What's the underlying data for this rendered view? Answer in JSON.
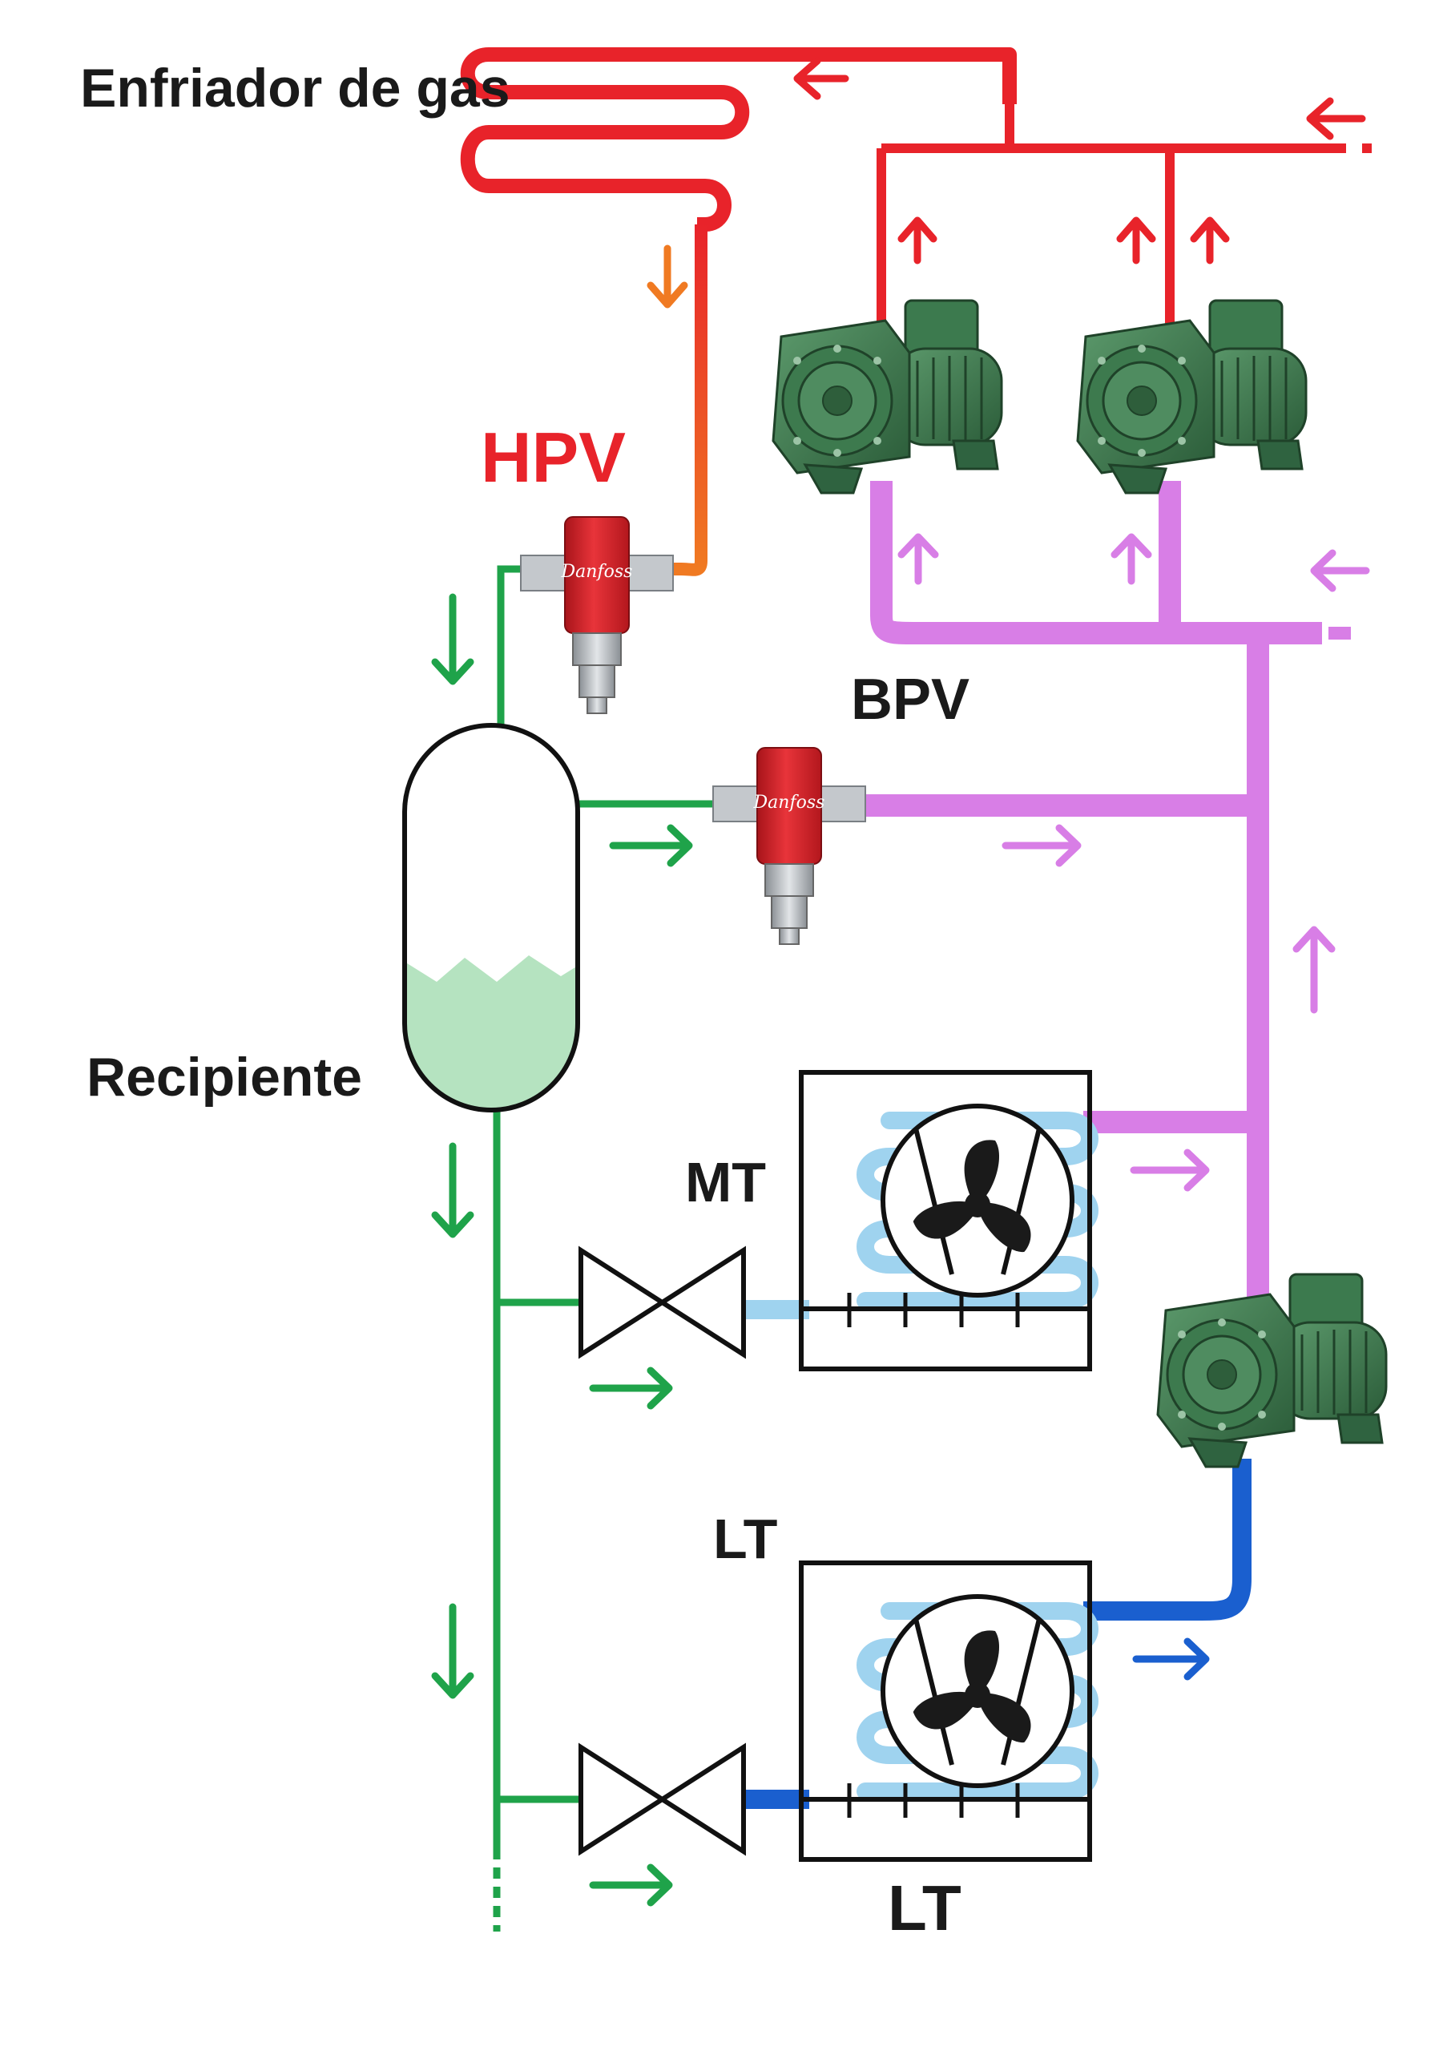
{
  "labels": {
    "gas_cooler": "Enfriador de gas",
    "hpv": "HPV",
    "bpv": "BPV",
    "receiver": "Recipiente",
    "mt": "MT",
    "lt_top": "LT",
    "lt_bottom": "LT"
  },
  "valve_logo": "Danfoss",
  "colors": {
    "high_pressure": "#e8232a",
    "gas_cooler_outlet": "#f07a22",
    "liquid": "#1fa34a",
    "suction_mt": "#d87ee6",
    "suction_lt": "#1a5fcf",
    "evaporator_coil": "#9fd3ef",
    "valve_body": "#d81f26",
    "compressor": "#3c7a4e",
    "receiver_liquid": "#b5e3c0"
  },
  "icons": {
    "compressor": "compressor-icon",
    "fan": "fan-icon",
    "expansion_valve": "expansion-valve-icon",
    "pressure_valve": "pressure-valve-icon",
    "flow_arrow": "arrow-icon"
  }
}
